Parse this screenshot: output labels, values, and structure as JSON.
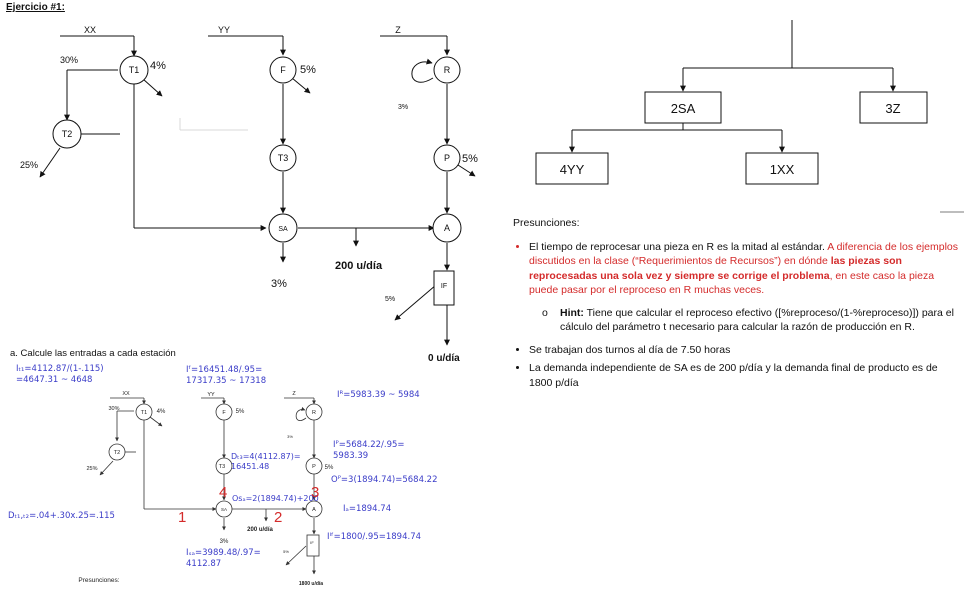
{
  "title": "Ejercicio #1:",
  "diagram": {
    "inputs": {
      "xx": "XX",
      "yy": "YY",
      "z": "Z"
    },
    "nodes": {
      "t1": "T1",
      "t2": "T2",
      "f": "F",
      "t3": "T3",
      "r": "R",
      "p": "P",
      "sa": "SA",
      "a": "A",
      "if": "IF"
    },
    "labels": {
      "pct_30": "30%",
      "pct_t1": "4%",
      "pct_f": "5%",
      "pct_t2": "25%",
      "pct_r": "3%",
      "pct_p": "5%",
      "pct_sa": "3%",
      "pct_if": "5%",
      "demand_sa": "200 u/día",
      "demand_final": "0 u/día"
    }
  },
  "bom": {
    "root_children": [
      "2SA",
      "3Z"
    ],
    "sa_children": [
      "4YY",
      "1XX"
    ]
  },
  "presunciones": {
    "heading": "Presunciones:",
    "b1_normal": "El tiempo de reprocesar una pieza en R es la mitad al estándar. ",
    "b1_red1": "A diferencia de los ejemplos discutidos en la clase (“Requerimientos de Recursos”) en dónde ",
    "b1_redbold": "las piezas son reprocesadas una sola vez y siempre se corrige el problema",
    "b1_red2": ", en este caso la pieza puede pasar por el reproceso en R muchas veces.",
    "hint_label": "Hint:",
    "hint_text": " Tiene que calcular el reproceso efectivo ([%reproceso/(1-%reproceso)]) para el cálculo del parámetro t necesario para calcular la razón de producción en R.",
    "b2": "Se trabajan dos turnos al día de 7.50 horas",
    "b3": "La demanda independiente de SA es de 200 p/día y la demanda final de producto es de 1800 p/día"
  },
  "question_a": "a.   Calcule las entradas a cada estación",
  "solution": {
    "inputs": {
      "xx": "XX",
      "yy": "YY",
      "z": "Z"
    },
    "nodes": {
      "t1": "T1",
      "t2": "T2",
      "f": "F",
      "t3": "T3",
      "r": "R",
      "p": "P",
      "sa": "SA",
      "a": "A",
      "if": "IF"
    },
    "labels": {
      "pct_30": "30%",
      "pct_t1": "4%",
      "pct_f": "5%",
      "pct_t2": "25%",
      "pct_r": "3%",
      "pct_p": "5%",
      "pct_sa": "3%",
      "pct_if": "5%",
      "demand_sa": "200 u/día",
      "demand_final": "1800 u/día",
      "presunciones": "Presunciones:"
    },
    "hand": {
      "it1_a": "Iₜ₁=4112.87/(1-.115)",
      "it1_b": "=4647.31 ~ 4648",
      "dt1": "Dₜ₁,ₜ₂=.04+.30x.25=.115",
      "if_a": "Iᶠ=16451.48/.95=",
      "if_b": "17317.35 ~ 17318",
      "dt3_a": "Dₜ₃=4(4112.87)=",
      "dt3_b": "16451.48",
      "ir": "Iᴿ=5983.39 ~  5984",
      "ip_a": "Iᴾ=5684.22/.95=",
      "ip_b": "5983.39",
      "op": "Oᴾ=3(1894.74)=5684.22",
      "osa": "Osₐ=2(1894.74)+200",
      "ia": "Iₐ=1894.74",
      "isa_a": "Iₛₐ=3989.48/.97=",
      "isa_b": "4112.87",
      "iif": "Iᴵᶠ=1800/.95=1894.74",
      "n1": "1",
      "n2": "2",
      "n3": "3",
      "n4": "4"
    }
  }
}
